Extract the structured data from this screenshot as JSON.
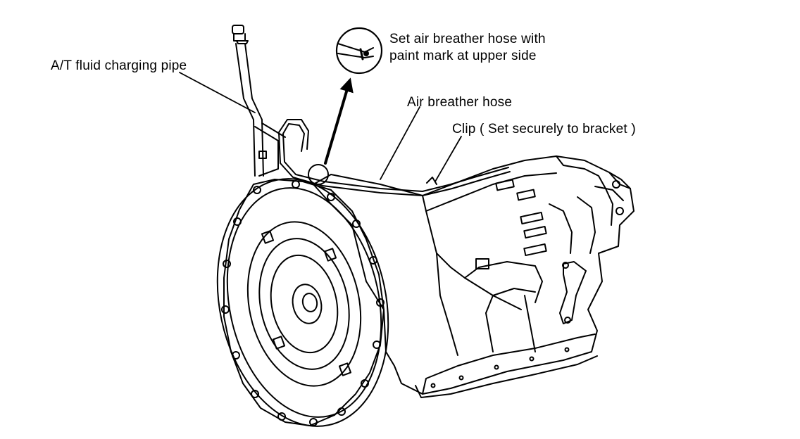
{
  "labels": {
    "fluid_pipe": "A/T fluid charging pipe",
    "hose_note_line1": "Set air breather hose with",
    "hose_note_line2": "paint mark at upper side",
    "air_breather_hose": "Air breather hose",
    "clip": "Clip ( Set securely to bracket )"
  },
  "colors": {
    "ink": "#000000",
    "background": "#ffffff"
  }
}
